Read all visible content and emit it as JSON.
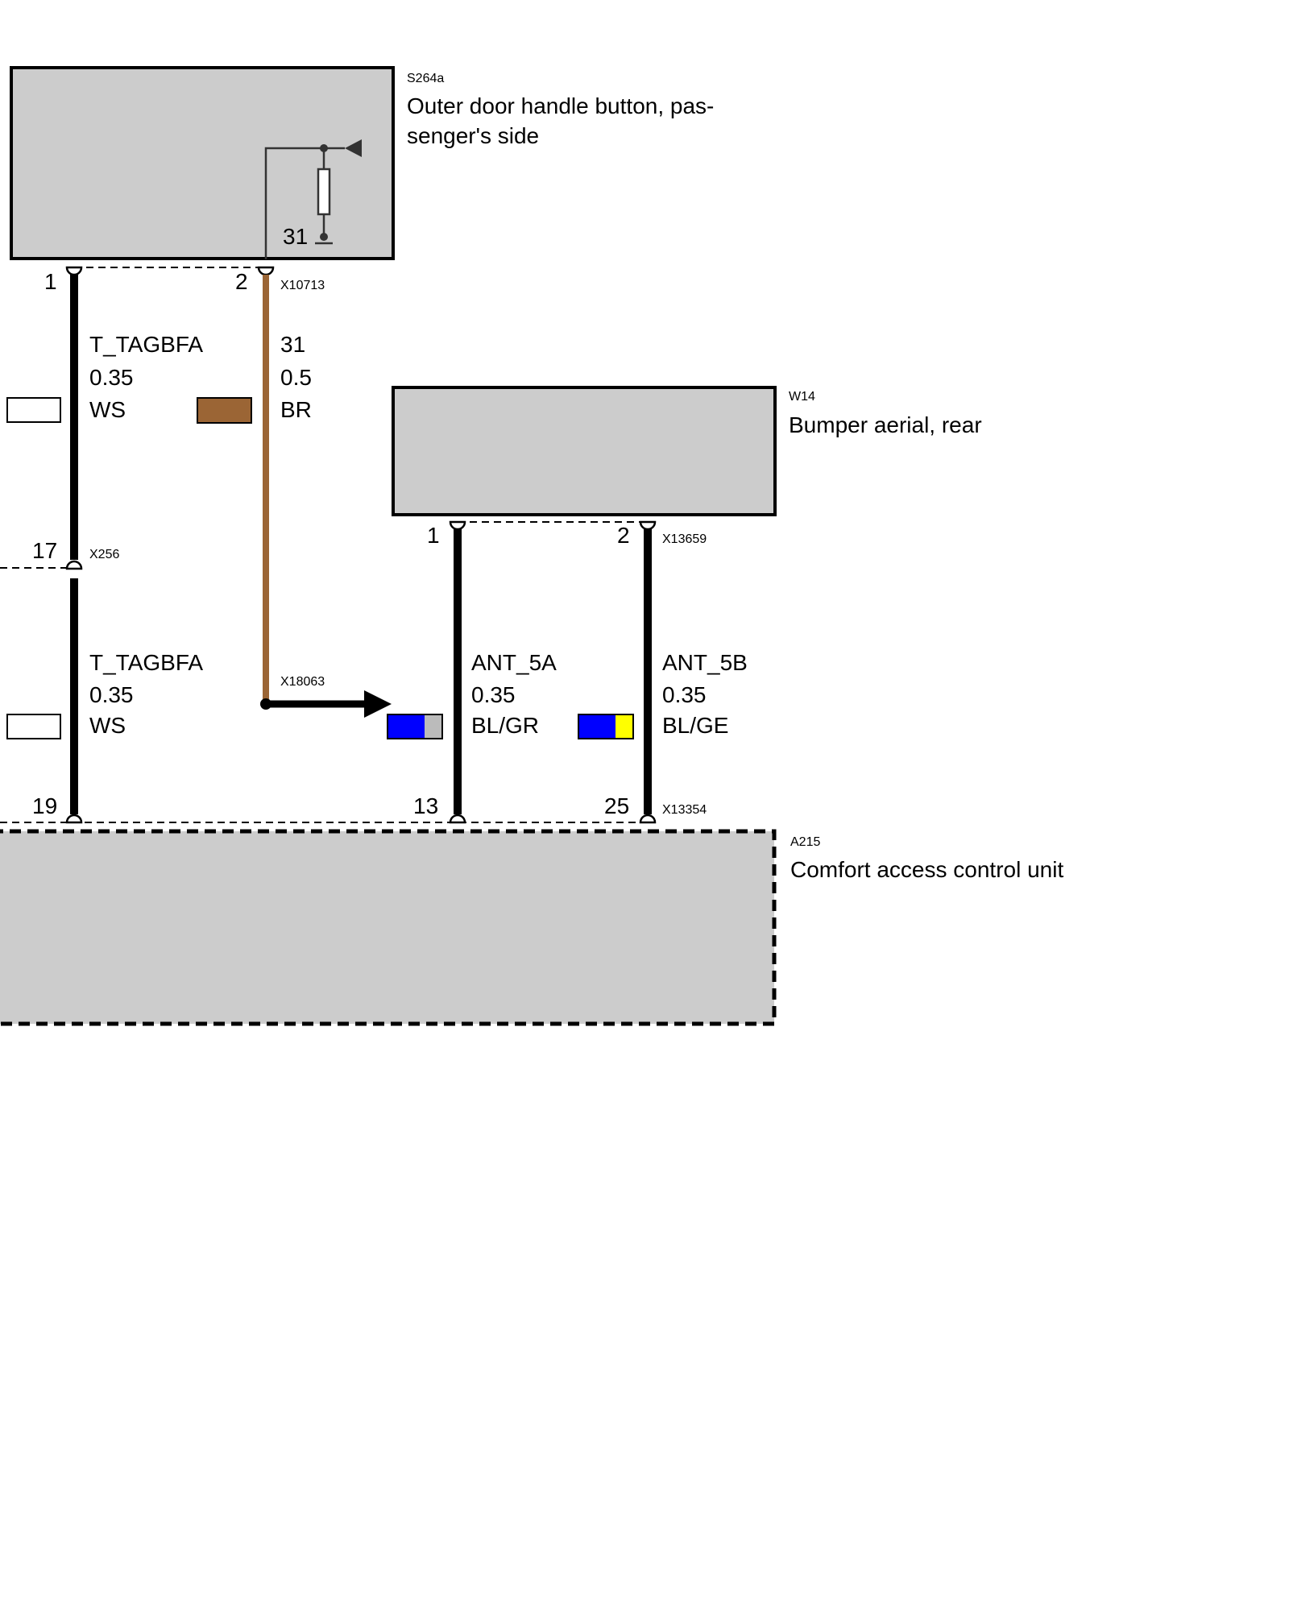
{
  "components": {
    "s264a": {
      "code": "S264a",
      "name_line1": "Outer door handle button, pas-",
      "name_line2": "senger's side",
      "ground_label": "31"
    },
    "w14": {
      "code": "W14",
      "name": "Bumper aerial, rear"
    },
    "a215": {
      "code": "A215",
      "name": "Comfort access control unit"
    }
  },
  "connectors": {
    "x10713": {
      "code": "X10713",
      "pin_a": "1",
      "pin_b": "2"
    },
    "x256": {
      "code": "X256",
      "pin": "17"
    },
    "x13659": {
      "code": "X13659",
      "pin_a": "1",
      "pin_b": "2"
    },
    "x18063": {
      "code": "X18063"
    },
    "x13354": {
      "code": "X13354",
      "pin_a": "19",
      "pin_b": "13",
      "pin_c": "25"
    }
  },
  "wires": {
    "t_tagbfa_upper": {
      "signal": "T_TAGBFA",
      "gauge": "0.35",
      "color_code": "WS",
      "colors": [
        "#ffffff"
      ]
    },
    "w31": {
      "signal": "31",
      "gauge": "0.5",
      "color_code": "BR",
      "colors": [
        "#9b6535"
      ]
    },
    "t_tagbfa_lower": {
      "signal": "T_TAGBFA",
      "gauge": "0.35",
      "color_code": "WS",
      "colors": [
        "#ffffff"
      ]
    },
    "ant_5a": {
      "signal": "ANT_5A",
      "gauge": "0.35",
      "color_code": "BL/GR",
      "colors": [
        "#0000ff",
        "#bbbbbb"
      ]
    },
    "ant_5b": {
      "signal": "ANT_5B",
      "gauge": "0.35",
      "color_code": "BL/GE",
      "colors": [
        "#0000ff",
        "#ffff00"
      ]
    }
  }
}
